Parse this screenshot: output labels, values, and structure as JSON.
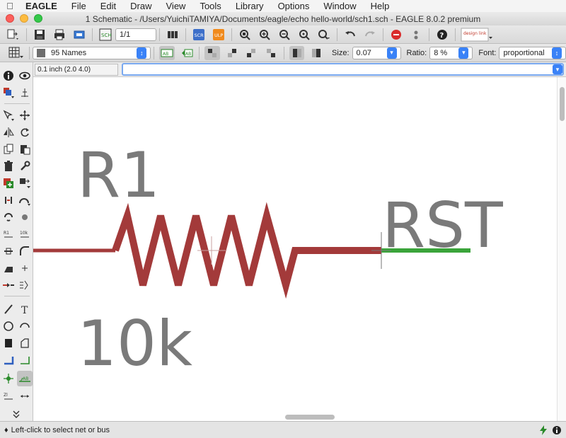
{
  "menubar": {
    "app_name": "EAGLE",
    "items": [
      "File",
      "Edit",
      "Draw",
      "View",
      "Tools",
      "Library",
      "Options",
      "Window",
      "Help"
    ]
  },
  "window": {
    "title": "1 Schematic - /Users/YuichiTAMIYA/Documents/eagle/echo hello-world/sch1.sch - EAGLE 8.0.2 premium"
  },
  "toolbar1": {
    "sheet_value": "1/1",
    "scr_label": "SCR",
    "ulp_label": "ULP",
    "design_link_label": "design link"
  },
  "toolbar2": {
    "layer_value": "95 Names",
    "layer_color": "#6e6e6e",
    "size_label": "Size:",
    "size_value": "0.07",
    "ratio_label": "Ratio:",
    "ratio_value": "8 %",
    "font_label": "Font:",
    "font_value": "proportional"
  },
  "command": {
    "coordinate": "0.1 inch (2.0 4.0)",
    "command_value": ""
  },
  "schematic": {
    "part_name": "R1",
    "part_value": "10k",
    "net_label": "RST",
    "wire_color": "#a33a3a",
    "net_color": "#3aa43a",
    "text_color": "#7a7a7a"
  },
  "status": {
    "message": "Left-click to select net or bus"
  }
}
